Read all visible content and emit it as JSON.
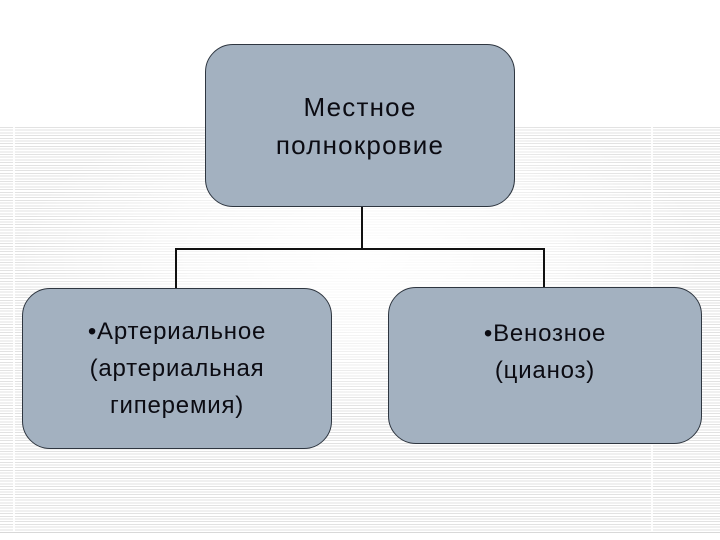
{
  "slide": {
    "diagram": {
      "root": {
        "lines": [
          "Местное",
          "полнокровие"
        ]
      },
      "children": [
        {
          "lines": [
            "•Артериальное",
            "(артериальная",
            "гиперемия)"
          ]
        },
        {
          "lines": [
            "•Венозное",
            "(цианоз)"
          ]
        }
      ]
    },
    "colors": {
      "node_fill": "#a3b1c0",
      "node_border": "#2e3640",
      "text": "#0b0b12",
      "connector": "#111111",
      "stripe": "#e2e2e2"
    }
  }
}
